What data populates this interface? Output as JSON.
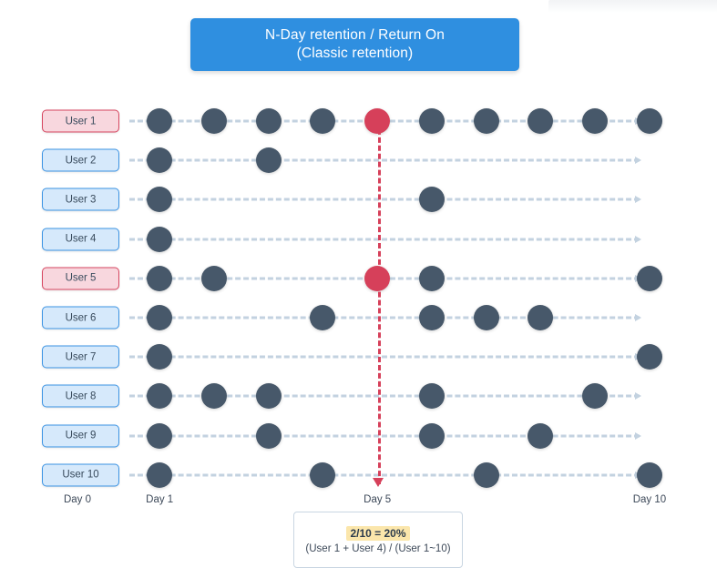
{
  "title": {
    "line1": "N-Day retention / Return On",
    "line2": "(Classic retention)",
    "color": "#2f8fe0"
  },
  "colors": {
    "active_dot": "#47586a",
    "highlight_dot": "#d6405a",
    "track": "#c3d2e0",
    "pill_blue_fill": "#d6e9fb",
    "pill_blue_border": "#3b93e3",
    "pill_red_fill": "#f8d7de",
    "pill_red_border": "#d6455f",
    "highlight_text_bg": "#fbe6ab"
  },
  "axis": {
    "labels": [
      {
        "text": "Day 0",
        "day": 0
      },
      {
        "text": "Day 1",
        "day": 1
      },
      {
        "text": "Day 5",
        "day": 5
      },
      {
        "text": "Day 10",
        "day": 10
      }
    ]
  },
  "marker": {
    "day": 5,
    "color": "#d6405a"
  },
  "annotation": {
    "formula": "2/10 = 20%",
    "detail": "(User 1 + User 4) / (User 1~10)"
  },
  "chart_data": {
    "type": "scatter",
    "title": "N-Day retention / Return On (Classic retention)",
    "xlabel": "",
    "ylabel": "",
    "x": [
      0,
      1,
      2,
      3,
      4,
      5,
      6,
      7,
      8,
      9,
      10
    ],
    "xlim": [
      0,
      10
    ],
    "grid": false,
    "legend": "none",
    "marker_day": 5,
    "retention_value": "20%",
    "retained_users": [
      "User 1",
      "User 5"
    ],
    "categories": [
      "User 1",
      "User 2",
      "User 3",
      "User 4",
      "User 5",
      "User 6",
      "User 7",
      "User 8",
      "User 9",
      "User 10"
    ],
    "series": [
      {
        "name": "User 1",
        "label": "User 1",
        "highlighted": true,
        "active_days": [
          1,
          2,
          3,
          4,
          5,
          6,
          7,
          8,
          9,
          10
        ],
        "marker_day_active": true
      },
      {
        "name": "User 2",
        "label": "User 2",
        "highlighted": false,
        "active_days": [
          1,
          3
        ],
        "marker_day_active": false
      },
      {
        "name": "User 3",
        "label": "User 3",
        "highlighted": false,
        "active_days": [
          1,
          6
        ],
        "marker_day_active": false
      },
      {
        "name": "User 4",
        "label": "User 4",
        "highlighted": false,
        "active_days": [
          1
        ],
        "marker_day_active": false
      },
      {
        "name": "User 5",
        "label": "User 5",
        "highlighted": true,
        "active_days": [
          1,
          2,
          5,
          6,
          10
        ],
        "marker_day_active": true
      },
      {
        "name": "User 6",
        "label": "User 6",
        "highlighted": false,
        "active_days": [
          1,
          4,
          6,
          7,
          8
        ],
        "marker_day_active": false
      },
      {
        "name": "User 7",
        "label": "User 7",
        "highlighted": false,
        "active_days": [
          1,
          10
        ],
        "marker_day_active": false
      },
      {
        "name": "User 8",
        "label": "User 8",
        "highlighted": false,
        "active_days": [
          1,
          2,
          3,
          6,
          9
        ],
        "marker_day_active": false
      },
      {
        "name": "User 9",
        "label": "User 9",
        "highlighted": false,
        "active_days": [
          1,
          3,
          6,
          8
        ],
        "marker_day_active": false
      },
      {
        "name": "User 10",
        "label": "User 10",
        "highlighted": false,
        "active_days": [
          1,
          4,
          7,
          10
        ],
        "marker_day_active": false
      }
    ]
  }
}
